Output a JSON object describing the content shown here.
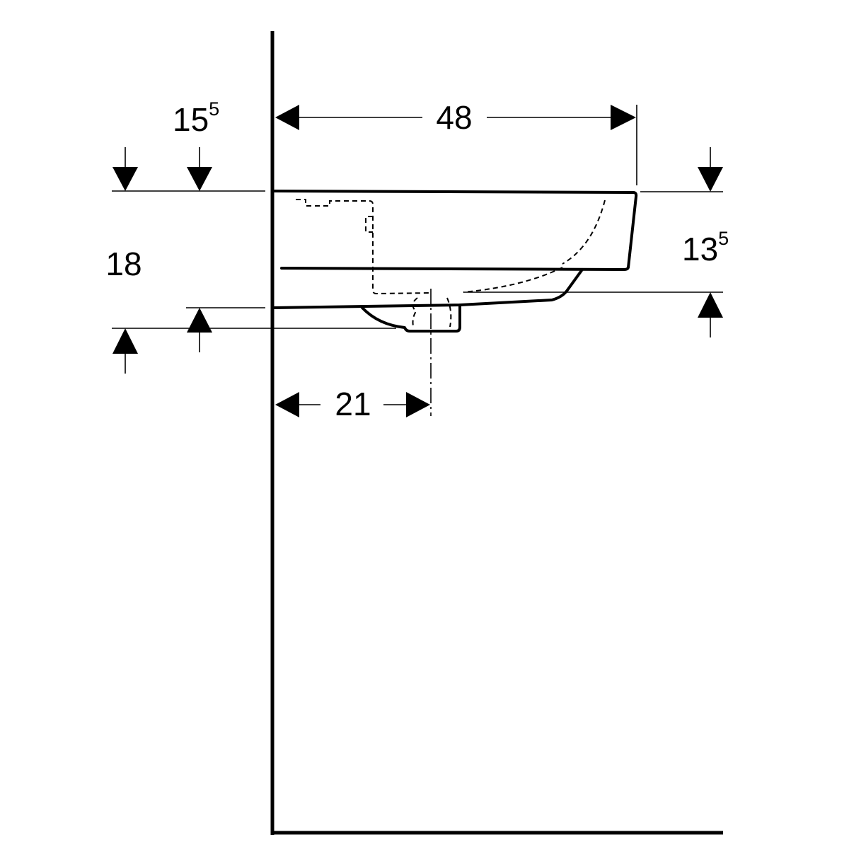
{
  "dimensions": {
    "depth": "48",
    "wall_to_drain": "21",
    "total_height": "18",
    "overflow_height": {
      "base": "15",
      "sup": "5"
    },
    "bowl_height": {
      "base": "13",
      "sup": "5"
    }
  },
  "colors": {
    "line": "#000000",
    "background": "#ffffff"
  }
}
